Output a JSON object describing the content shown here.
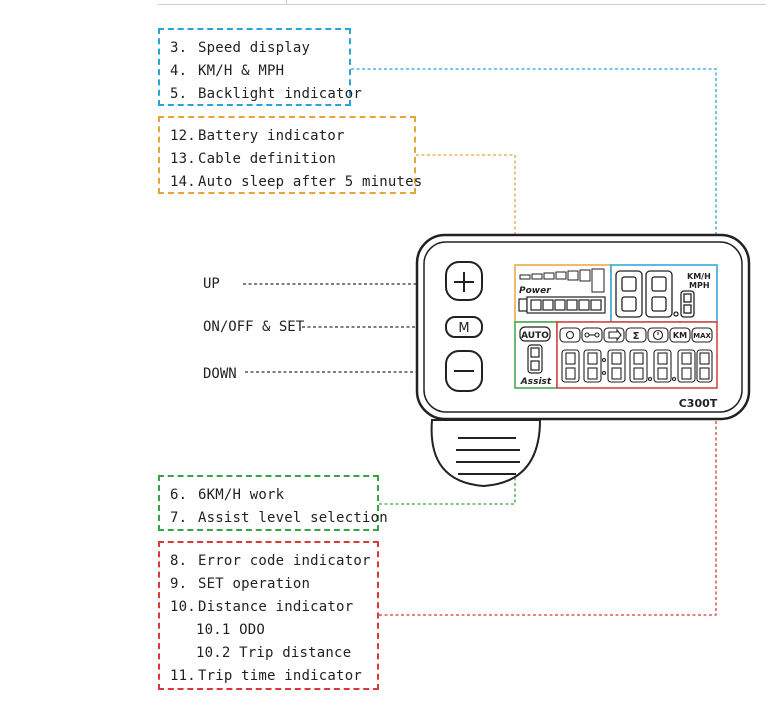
{
  "boxes": {
    "speed": {
      "color": "#2aa3d6",
      "items": [
        {
          "num": "3.",
          "text": "Speed display"
        },
        {
          "num": "4.",
          "text": "KM/H & MPH"
        },
        {
          "num": "5.",
          "text": "Backlight indicator"
        }
      ]
    },
    "battery": {
      "color": "#e8a33a",
      "items": [
        {
          "num": "12.",
          "text": "Battery indicator"
        },
        {
          "num": "13.",
          "text": "Cable definition"
        },
        {
          "num": "14.",
          "text": "Auto sleep after 5 minutes"
        }
      ]
    },
    "assist": {
      "color": "#3aa24a",
      "items": [
        {
          "num": "6.",
          "text": "6KM/H work"
        },
        {
          "num": "7.",
          "text": "Assist level selection"
        }
      ]
    },
    "distance": {
      "color": "#d83a3a",
      "items": [
        {
          "num": "8.",
          "text": "Error code indicator"
        },
        {
          "num": "9.",
          "text": "SET operation"
        },
        {
          "num": "10.",
          "text": "Distance indicator"
        },
        {
          "num": "",
          "text": "10.1 ODO",
          "sub": true
        },
        {
          "num": "",
          "text": "10.2 Trip distance",
          "sub": true
        },
        {
          "num": "11.",
          "text": "Trip time indicator"
        }
      ]
    }
  },
  "buttons": {
    "up": "UP",
    "onoff": "ON/OFF & SET",
    "down": "DOWN",
    "m_key": "M"
  },
  "display": {
    "power_label": "Power",
    "unit_top": "KM/H",
    "unit_bottom": "MPH",
    "auto_label": "AUTO",
    "assist_label": "Assist",
    "model": "C300T",
    "icons": [
      "light-icon",
      "wrench-icon",
      "walk-assist-icon",
      "sum-icon",
      "clock-icon",
      "km-icon",
      "max-icon"
    ],
    "icon_texts": {
      "km": "KM",
      "max": "MAX",
      "sum": "Σ"
    }
  }
}
